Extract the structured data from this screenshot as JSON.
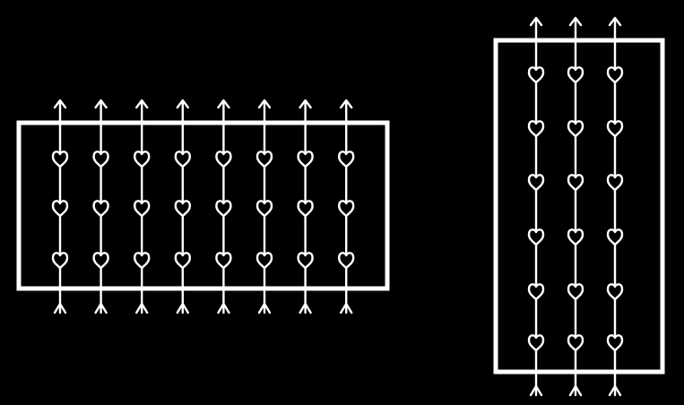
{
  "colors": {
    "background": "#000000",
    "stroke": "#ffffff"
  },
  "diagrams": [
    {
      "name": "wide-panel",
      "strand_count": 8,
      "hearts_per_strand": 3
    },
    {
      "name": "tall-panel",
      "strand_count": 3,
      "hearts_per_strand": 6
    }
  ]
}
